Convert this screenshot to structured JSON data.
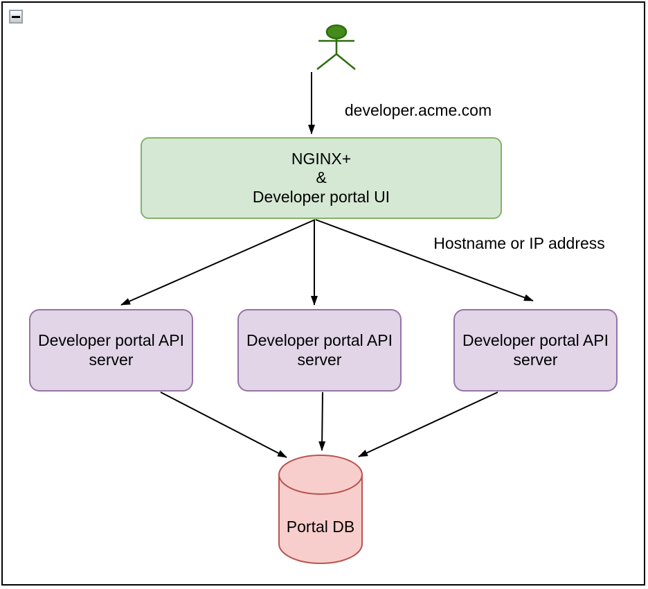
{
  "window": {
    "collapse_button": {
      "icon": "minus-icon"
    }
  },
  "diagram": {
    "actor": {
      "name": "user-actor"
    },
    "edge_labels": {
      "request_url": "developer.acme.com",
      "backend_routing": "Hostname or IP address"
    },
    "nodes": {
      "nginx": {
        "line1": "NGINX+",
        "line2": "&",
        "line3": "Developer portal UI"
      },
      "api_server_1": {
        "label": "Developer portal API server"
      },
      "api_server_2": {
        "label": "Developer portal API server"
      },
      "api_server_3": {
        "label": "Developer portal API server"
      },
      "portal_db": {
        "label": "Portal DB"
      }
    }
  },
  "colors": {
    "nginx_fill": "#d5e8d4",
    "nginx_stroke": "#82b366",
    "api_fill": "#e1d5e7",
    "api_stroke": "#9673a6",
    "db_fill": "#f8cecc",
    "db_stroke": "#b85450",
    "actor_fill": "#458b1c",
    "actor_stroke": "#2d6e0e",
    "arrow": "#000000"
  }
}
